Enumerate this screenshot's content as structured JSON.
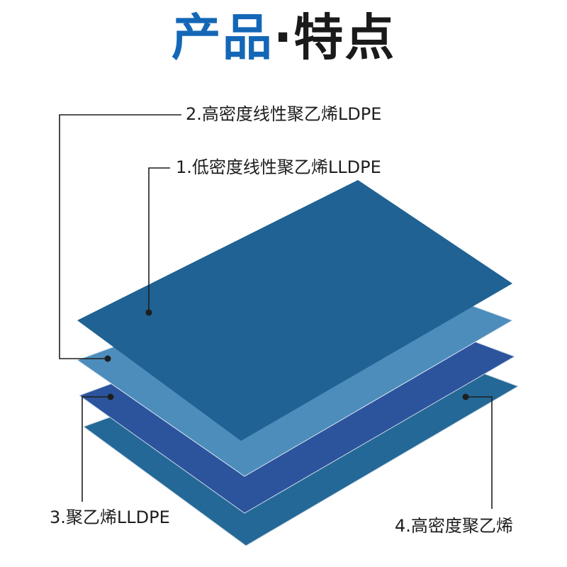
{
  "title": {
    "part1": "产品",
    "separator": "·",
    "part2": "特点"
  },
  "colors": {
    "title_blue": "#1467b6",
    "title_black": "#1a1a1a",
    "layer_1": "#1f6293",
    "layer_2": "#4c8dbc",
    "layer_3": "#2c549d",
    "layer_4": "#246897",
    "leader_line": "#1e1e1e"
  },
  "layers": [
    {
      "id": "layer-1",
      "label": "1.低密度线性聚乙烯LLDPE"
    },
    {
      "id": "layer-2",
      "label": "2.高密度线性聚乙烯LDPE"
    },
    {
      "id": "layer-3",
      "label": "3.聚乙烯LLDPE"
    },
    {
      "id": "layer-4",
      "label": "4.高密度聚乙烯"
    }
  ]
}
